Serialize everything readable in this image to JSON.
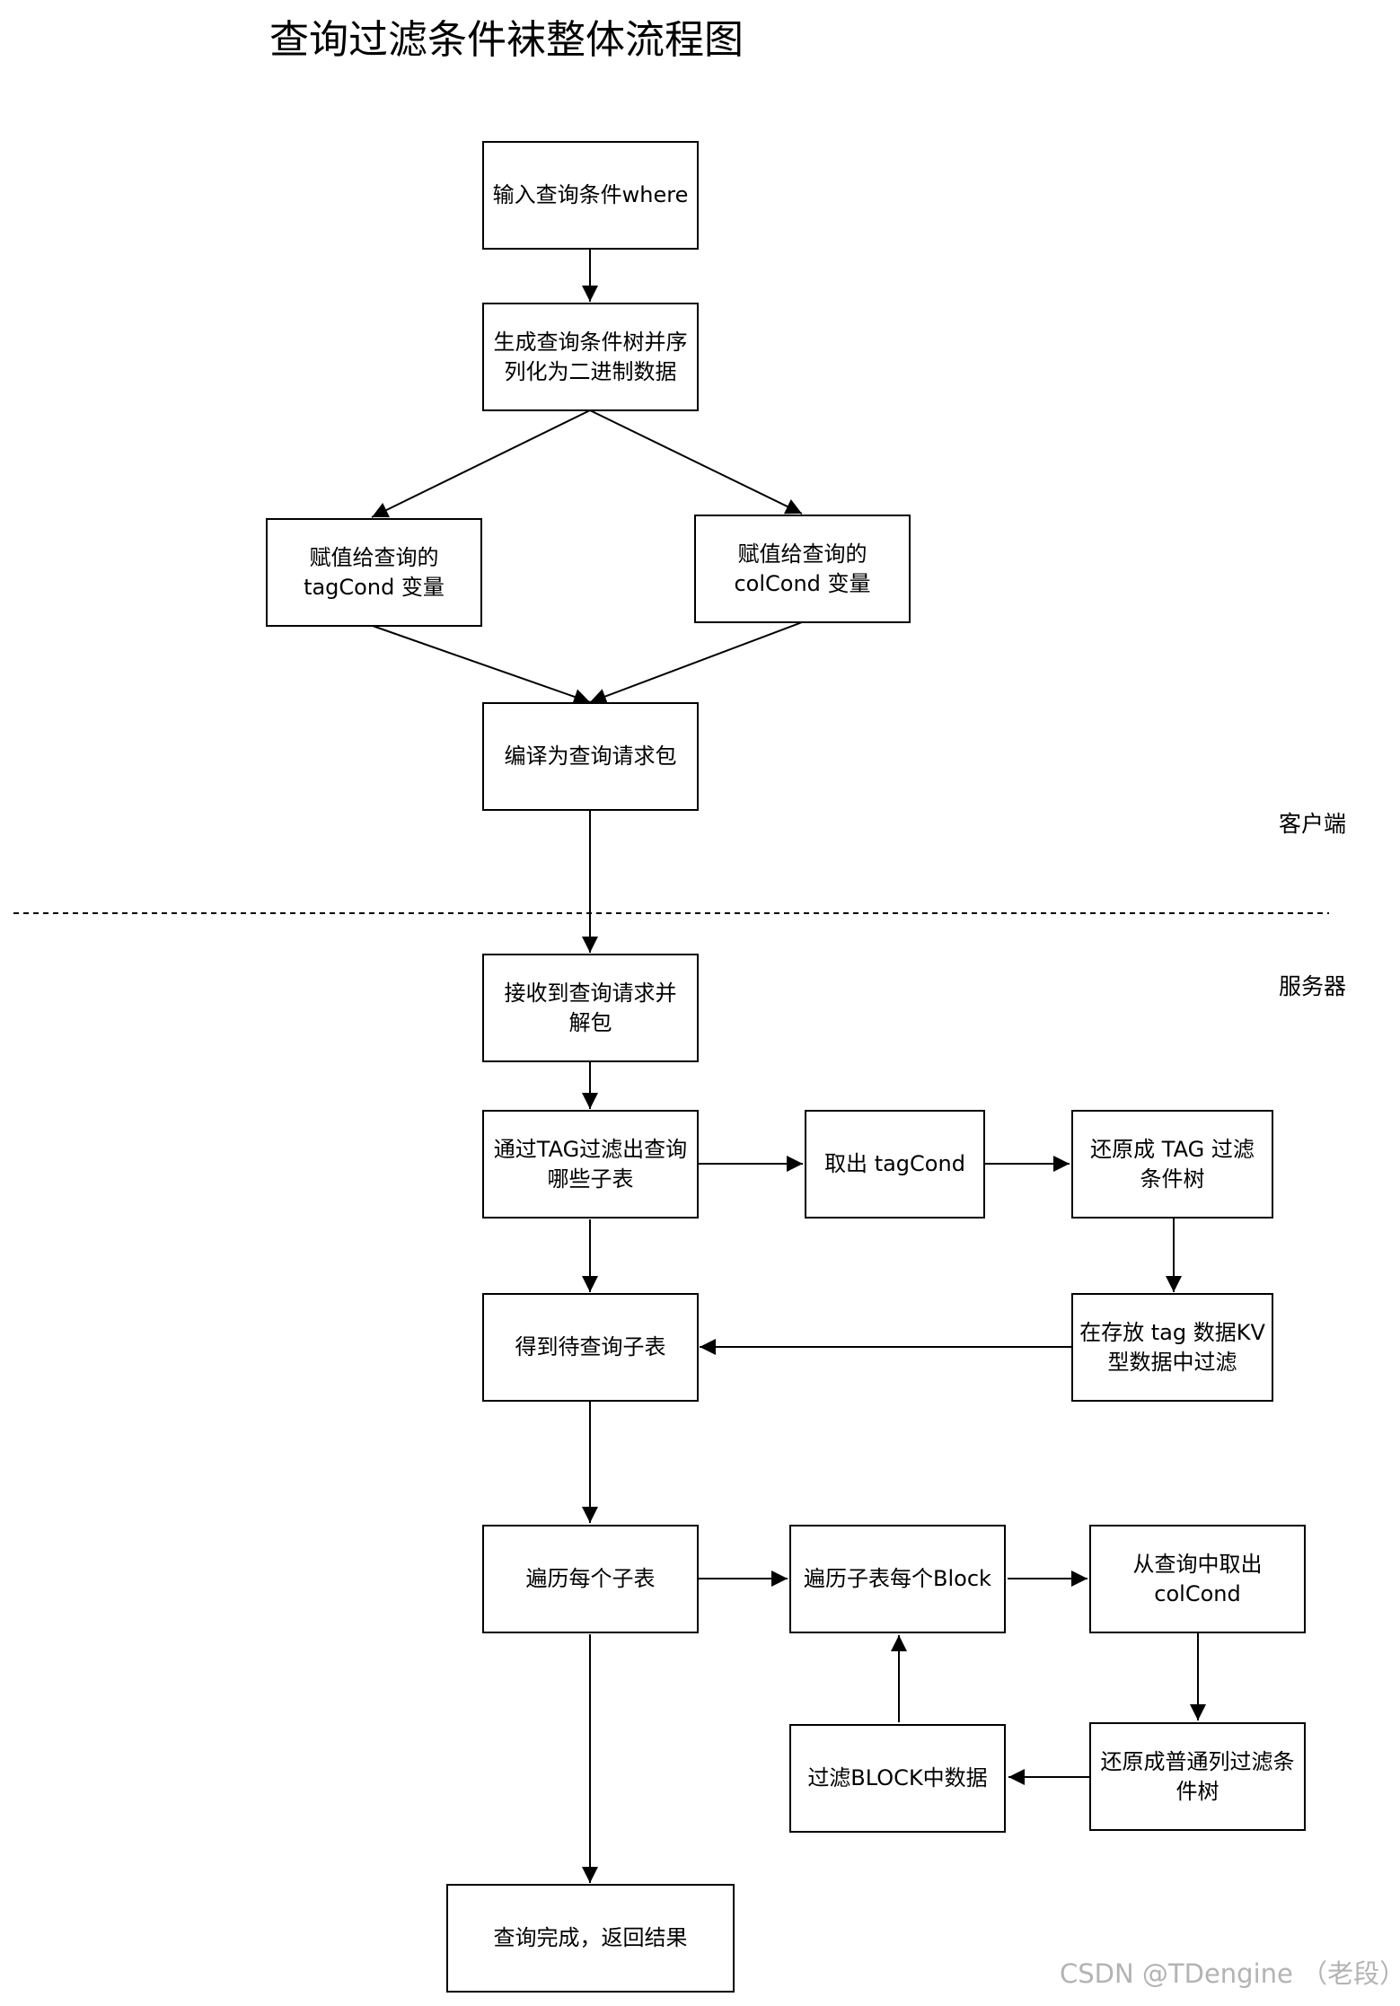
{
  "title": "查询过滤条件袜整体流程图",
  "zones": {
    "client": "客户端",
    "server": "服务器"
  },
  "nodes": {
    "input_where": "输入查询条件where",
    "gen_tree": "生成查询条件树并序\n列化为二进制数据",
    "assign_tag": "赋值给查询的\ntagCond 变量",
    "assign_col": "赋值给查询的\ncolCond 变量",
    "compile": "编译为查询请求包",
    "recv": "接收到查询请求并\n解包",
    "tag_filter": "通过TAG过滤出查询\n哪些子表",
    "take_tag": "取出 tagCond",
    "restore_tag": "还原成 TAG 过滤\n条件树",
    "kv_filter": "在存放 tag 数据KV\n型数据中过滤",
    "get_subtables": "得到待查询子表",
    "iterate_tables": "遍历每个子表",
    "iterate_blocks": "遍历子表每个Block",
    "take_col": "从查询中取出\ncolCond",
    "restore_col": "还原成普通列过滤条\n件树",
    "filter_block": "过滤BLOCK中数据",
    "done": "查询完成，返回结果"
  },
  "watermark": "CSDN @TDengine （老段）"
}
